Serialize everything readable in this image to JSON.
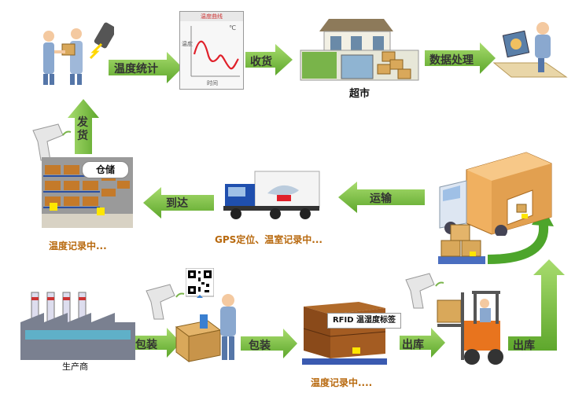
{
  "labels": {
    "temp_stats": "温度统计",
    "receive": "收货",
    "data_process": "数据处理",
    "ship": "发货",
    "arrive": "到达",
    "transport": "运输",
    "pack_1": "包装",
    "pack_2": "包装",
    "outbound_1": "出库",
    "outbound_2": "出库"
  },
  "captions": {
    "supermarket": "超市",
    "warehouse": "仓储",
    "warehouse_rec": "温度记录中...",
    "gps_rec": "GPS定位、温室记录中...",
    "producer": "生产商",
    "pallet_rec": "温度记录中....",
    "rfid_tag": "RFID 温湿度标签"
  },
  "chart": {
    "title": "温度曲线",
    "unit": "℃",
    "ylabel": "温度",
    "xlabel": "时间"
  },
  "colors": {
    "arrow_green": "#7ec141",
    "arrow_green_dark": "#5aa02c",
    "caption_orange": "#b8690e",
    "curve_red": "#e0202a"
  }
}
